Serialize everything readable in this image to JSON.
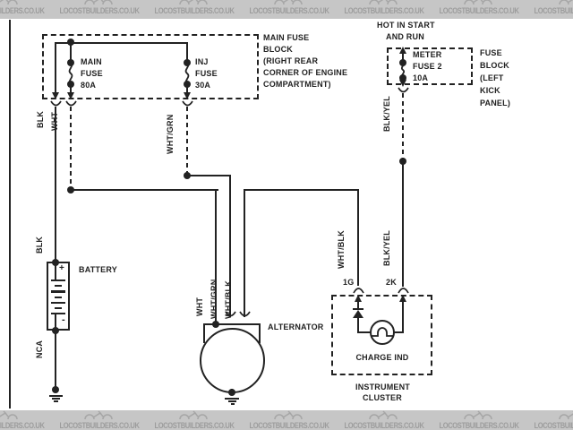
{
  "watermark": {
    "text": "LOCOSTBUILDERS.CO.UK"
  },
  "colors": {
    "line": "#222222",
    "watermark_bg": "#c6c6c6",
    "watermark_text": "#9c9c9c"
  },
  "main_fuse_block": {
    "label": [
      "MAIN FUSE",
      "BLOCK",
      "(RIGHT REAR",
      "CORNER OF ENGINE",
      "COMPARTMENT)"
    ],
    "main_fuse": [
      "MAIN",
      "FUSE",
      "80A"
    ],
    "inj_fuse": [
      "INJ",
      "FUSE",
      "30A"
    ]
  },
  "meter_fuse_block": {
    "feed": [
      "HOT IN START",
      "AND RUN"
    ],
    "fuse": [
      "METER",
      "FUSE 2",
      "10A"
    ],
    "label": [
      "FUSE",
      "BLOCK",
      "(LEFT",
      "KICK",
      "PANEL)"
    ]
  },
  "wires": {
    "blk": "BLK",
    "wht": "WHT",
    "wht_grn": "WHT/GRN",
    "wht_blk": "WHT/BLK",
    "blk_yel": "BLK/YEL",
    "nca": "NCA"
  },
  "components": {
    "battery": "BATTERY",
    "battery_plus": "+",
    "battery_minus": "-",
    "alternator": "ALTERNATOR",
    "charge_ind": "CHARGE IND",
    "cluster": [
      "INSTRUMENT",
      "CLUSTER"
    ],
    "conn_1g": "1G",
    "conn_2k": "2K"
  }
}
